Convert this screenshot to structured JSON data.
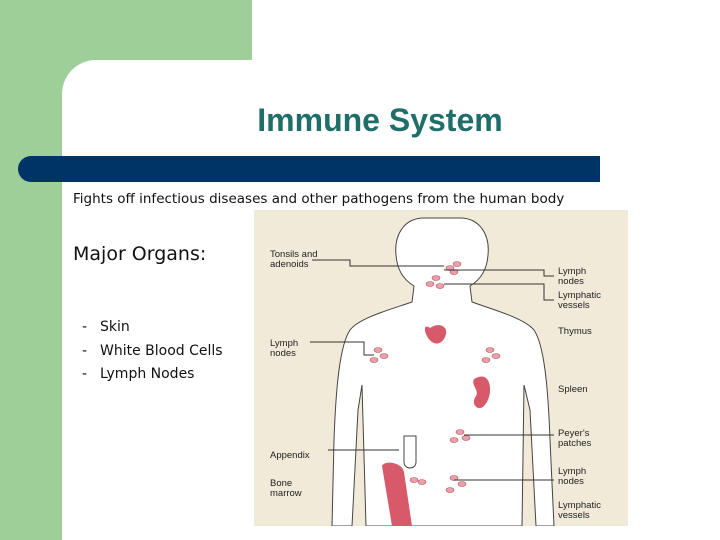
{
  "slide": {
    "title": "Immune System",
    "subtitle": "Fights off infectious diseases and other pathogens from the human body",
    "organs_heading": "Major Organs:",
    "organs": [
      "Skin",
      "White Blood Cells",
      "Lymph Nodes"
    ]
  },
  "diagram": {
    "labels": {
      "tonsils_1": "Tonsils and",
      "tonsils_2": "adenoids",
      "lymph_nodes_top_1": "Lymph",
      "lymph_nodes_top_2": "nodes",
      "lymphatic_top_1": "Lymphatic",
      "lymphatic_top_2": "vessels",
      "thymus": "Thymus",
      "lymph_nodes_left_1": "Lymph",
      "lymph_nodes_left_2": "nodes",
      "spleen": "Spleen",
      "peyers_1": "Peyer's",
      "peyers_2": "patches",
      "appendix": "Appendix",
      "lymph_nodes_bottom_1": "Lymph",
      "lymph_nodes_bottom_2": "nodes",
      "bone_marrow_1": "Bone",
      "bone_marrow_2": "marrow",
      "lymphatic_bottom_1": "Lymphatic",
      "lymphatic_bottom_2": "vessels"
    }
  },
  "colors": {
    "background_green": "#9fcf98",
    "title_teal": "#1f6e6a",
    "bar_navy": "#003366",
    "diagram_bg": "#f1ead8",
    "organ_red": "#d85a6a"
  }
}
